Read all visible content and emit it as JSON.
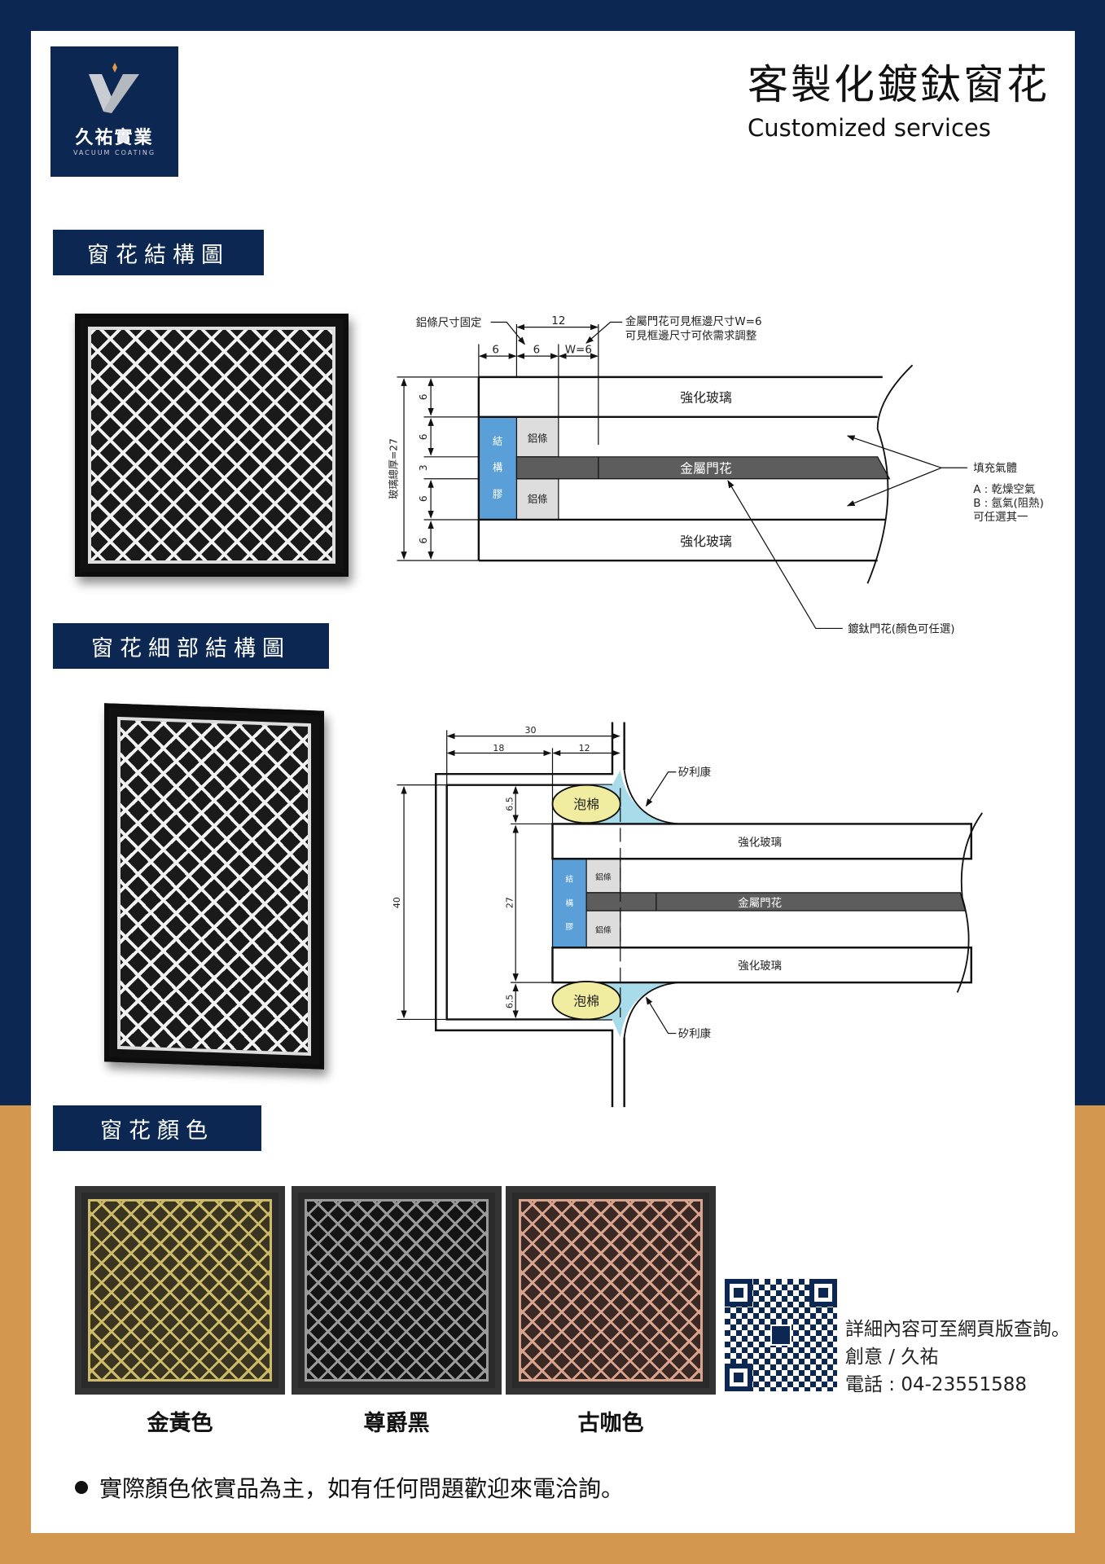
{
  "logo": {
    "name": "久祐實業",
    "sub": "VACUUM COATING"
  },
  "header": {
    "title": "客製化鍍鈦窗花",
    "subtitle": "Customized services"
  },
  "sections": {
    "structure": "窗花結構圖",
    "detail": "窗花細部結構圖",
    "colors": "窗花顏色"
  },
  "diagram1": {
    "label_fixed": "鋁條尺寸固定",
    "dim_12": "12",
    "note1": "金屬門花可見框邊尺寸W=6",
    "note2": "可見框邊尺寸可依需求調整",
    "dim_a": "6",
    "dim_b": "6",
    "dim_w": "W=6",
    "total": "玻璃總厚=27",
    "v1": "6",
    "v2": "6",
    "v3": "3",
    "v4": "6",
    "v5": "6",
    "glass": "強化玻璃",
    "glue": [
      "結",
      "構",
      "膠"
    ],
    "alu": "鋁條",
    "metal": "金屬門花",
    "gas": "填充氣體",
    "gas_a": "A : 乾燥空氣",
    "gas_b": "B : 氬氣(阻熱)",
    "gas_c": "可任選其一",
    "titanium": "鍍鈦門花(顏色可任選)"
  },
  "diagram2": {
    "d30": "30",
    "d18": "18",
    "d12": "12",
    "d40": "40",
    "d27": "27",
    "d65a": "6.5",
    "d65b": "6.5",
    "foam": "泡棉",
    "silicone": "矽利康",
    "glass": "強化玻璃",
    "glue": [
      "結",
      "構",
      "膠"
    ],
    "alu": "鋁條",
    "metal": "金屬門花"
  },
  "swatches": [
    {
      "label": "金黃色",
      "color": "#cdbb6a",
      "base": "#3a3520"
    },
    {
      "label": "尊爵黑",
      "color": "#9a9a9a",
      "base": "#141414"
    },
    {
      "label": "古咖色",
      "color": "#d9a48e",
      "base": "#3a2824"
    }
  ],
  "contact": {
    "line1": "詳細內容可至網頁版查詢。",
    "line2": "創意 / 久祐",
    "line3": "電話 : 04-23551588"
  },
  "note": "實際顏色依實品為主，如有任何問題歡迎來電洽詢。",
  "colors": {
    "navy": "#0c2852",
    "orange": "#d4974f",
    "glue_blue": "#5a9fd8",
    "metal": "#5d5d5d",
    "foam": "#f0eca0",
    "silicone": "#a8dcea"
  }
}
